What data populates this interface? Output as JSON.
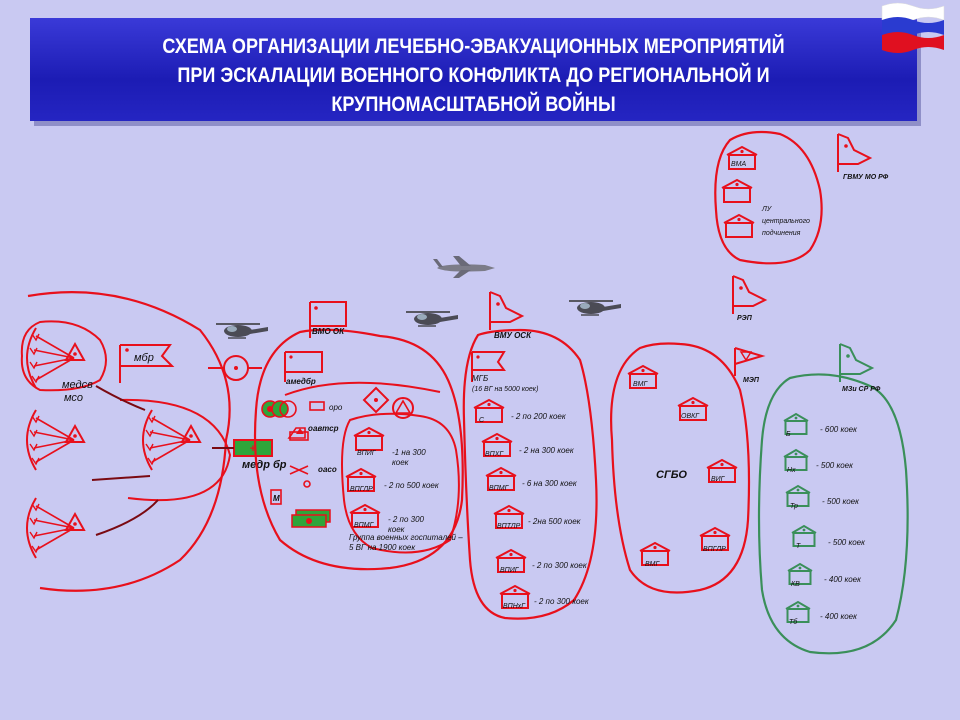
{
  "title": "СХЕМА ОРГАНИЗАЦИИ ЛЕЧЕБНО-ЭВАКУАЦИОННЫХ МЕРОПРИЯТИЙ\nПРИ ЭСКАЛАЦИИ ВОЕННОГО КОНФЛИКТА ДО РЕГИОНАЛЬНОЙ И\nКРУПНОМАСШТАБНОЙ ВОЙНЫ",
  "colors": {
    "red": "#e8101c",
    "green": "#3a8f5a",
    "title_bg": "#2525c2",
    "background": "#c9c9f2"
  },
  "icons": [
    "flag-russia-icon",
    "airplane-icon",
    "helicopter-icon",
    "military-flag-icon",
    "hospital-building-icon",
    "triangle-medical-post-icon",
    "ambulance-icon"
  ],
  "labels": {
    "gvmu": "ГВМУ МО РФ",
    "vma": "ВМА",
    "lu1": "ЛУ",
    "lu2": "центрального",
    "lu3": "подчинения",
    "rep": "РЭП",
    "mep": "МЭП",
    "mzi": "МЗи СР РФ",
    "vmu_osk": "ВМУ ОСК",
    "vmo_ok": "ВМО ОК",
    "mbr": "мбр",
    "medbr": "медр бр",
    "medsv1": "медсв",
    "medsv2": "мсо",
    "amedbr": "амедбр",
    "oro": "оро",
    "oavtsr": "оавтср",
    "oaso": "оасо",
    "m": "М",
    "group_caption1": "Группа военных госпиталей –",
    "group_caption2": "5 ВГ на 1900 коек",
    "mgb1": "МГБ",
    "mgb2": "(16 ВГ на 5000 коек)",
    "sgbo": "СГБО"
  },
  "group_hospitals": [
    {
      "code": "ВПИГ",
      "note1": "-1 на 300",
      "note2": "коек"
    },
    {
      "code": "ВПГЛР",
      "note1": "- 2 по 500 коек",
      "note2": ""
    },
    {
      "code": "ВПМГ",
      "note1": "- 2 по 300",
      "note2": "коек"
    }
  ],
  "mgb_hospitals": [
    {
      "code": "С",
      "note": "- 2 по 200 коек"
    },
    {
      "code": "ВПХГ",
      "note": "- 2 на 300 коек"
    },
    {
      "code": "ВПМГ",
      "note": "- 6 на 300 коек"
    },
    {
      "code": "ВПТЛР",
      "note": "- 2на 500 коек"
    },
    {
      "code": "ВПИГ",
      "note": "- 2 по 300 коек"
    },
    {
      "code": "ВПНхГ",
      "note": "- 2 по 300 коек"
    }
  ],
  "sgbo_hospitals": [
    "ВМГ",
    "ОВКГ",
    "ВИГ",
    "ВМГ",
    "ВПГЛР"
  ],
  "civil_hospitals": [
    {
      "code": "Б",
      "note": "- 600 коек"
    },
    {
      "code": "Нх",
      "note": "- 500 коек"
    },
    {
      "code": "Тр",
      "note": "- 500 коек"
    },
    {
      "code": "Т",
      "note": "- 500 коек"
    },
    {
      "code": "КВ",
      "note": "- 400 коек"
    },
    {
      "code": "Тб",
      "note": "- 400 коек"
    }
  ]
}
